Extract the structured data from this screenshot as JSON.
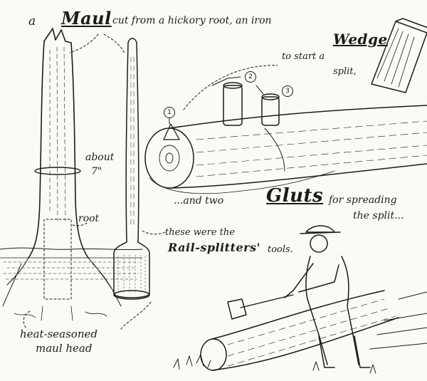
{
  "caption": {
    "line1_prefix": "a",
    "maul_word": "Maul",
    "line1_suffix": "cut from a hickory root, an iron",
    "wedge_word": "Wedge",
    "wedge_note_line1": "to start a",
    "wedge_note_line2": "split,",
    "gluts_prefix": "...and two",
    "gluts_word": "Gluts",
    "gluts_suffix_line1": "for spreading",
    "gluts_suffix_line2": "the split...",
    "about_label": "about",
    "about_value": "7\"",
    "root_label": "root",
    "tools_line1": "these were the",
    "rail_word": "Rail-splitters'",
    "tools_word": "tools.",
    "heat_line1": "heat-seasoned",
    "heat_line2": "maul head"
  },
  "callouts": [
    "1",
    "2",
    "3"
  ]
}
